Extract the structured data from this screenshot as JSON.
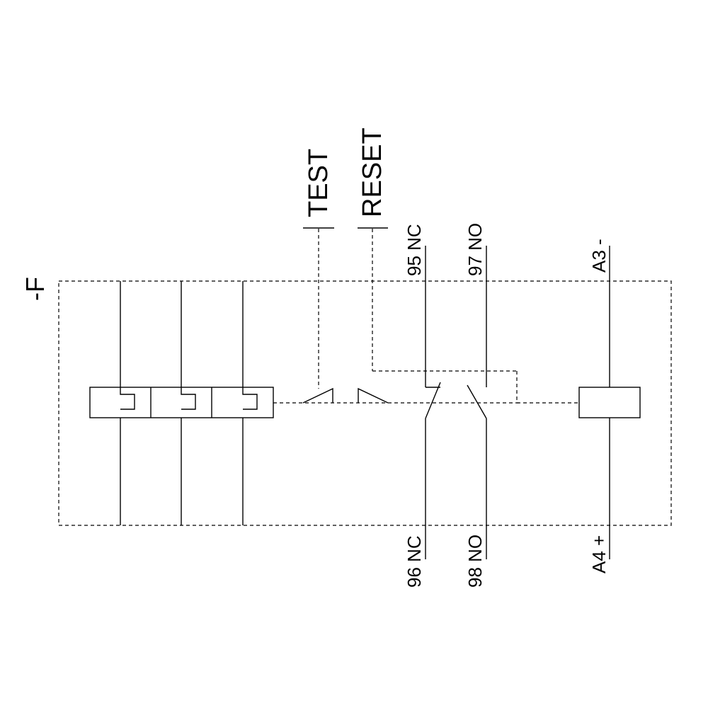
{
  "device_tag": "-F",
  "actuators": {
    "test_label": "TEST",
    "reset_label": "RESET"
  },
  "terminals": {
    "t95": "95 NC",
    "t97": "97 NO",
    "t96": "96 NC",
    "t98": "98 NO",
    "a3": "A3 -",
    "a4": "A4 +"
  }
}
